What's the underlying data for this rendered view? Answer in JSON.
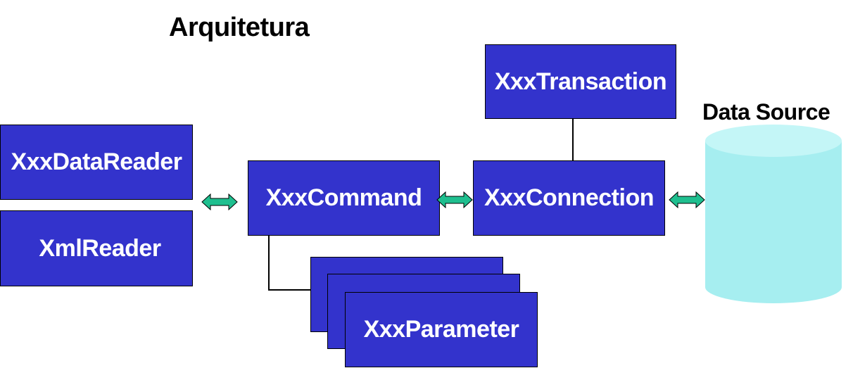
{
  "title": "Arquitetura",
  "data_source_label": "Data Source",
  "colors": {
    "box_fill": "#3333cc",
    "box_text": "#ffffff",
    "arrow_fill": "#1fbf8f",
    "cylinder_body": "#a6eef0",
    "cylinder_top": "#c4f6f7",
    "line": "#000000"
  },
  "boxes": {
    "datareader": "XxxDataReader",
    "xmlreader": "XmlReader",
    "command": "XxxCommand",
    "connection": "XxxConnection",
    "transaction": "XxxTransaction",
    "parameter": "XxxParameter"
  },
  "icons": {
    "arrows": "double-headed-arrow",
    "data_source": "database-cylinder-icon"
  }
}
